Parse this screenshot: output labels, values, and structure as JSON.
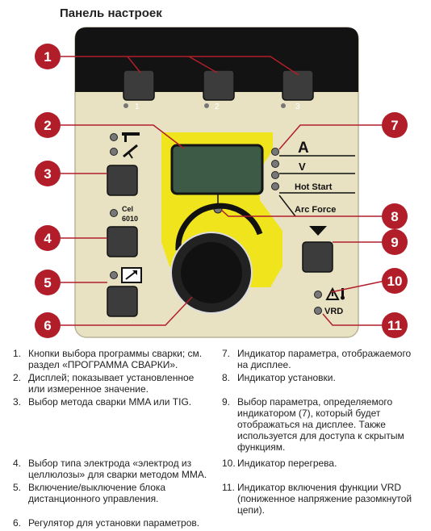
{
  "title": "Панель настроек",
  "buttons": {
    "b1": "1",
    "b2": "2",
    "b3": "3"
  },
  "electrode_label": {
    "line1": "Cel",
    "line2": "6010"
  },
  "indicators": {
    "a": "A",
    "v": "V",
    "hot_start": "Hot Start",
    "arc_force": "Arc Force",
    "vrd": "VRD"
  },
  "callouts": [
    "1",
    "2",
    "3",
    "4",
    "5",
    "6",
    "7",
    "8",
    "9",
    "10",
    "11"
  ],
  "legend": [
    {
      "num": "1.",
      "text": [
        "Кнопки выбора программы сварки; см.",
        "раздел «ПРОГРАММА СВАРКИ»."
      ]
    },
    {
      "num": "2.",
      "text": [
        "Дисплей; показывает установленное",
        "или измеренное значение."
      ]
    },
    {
      "num": "3.",
      "text": [
        "Выбор метода сварки MMA или TIG."
      ]
    },
    {
      "num": "4.",
      "text": [
        "Выбор типа электрода «электрод из",
        "целлюлозы» для сварки методом MMA."
      ]
    },
    {
      "num": "5.",
      "text": [
        "Включение/выключение блока",
        "дистанционного управления."
      ]
    },
    {
      "num": "6.",
      "text": [
        "Регулятор для установки параметров."
      ]
    },
    {
      "num": "7.",
      "text": [
        "Индикатор параметра, отображаемого",
        "на дисплее."
      ]
    },
    {
      "num": "8.",
      "text": [
        "Индикатор установки."
      ]
    },
    {
      "num": "9.",
      "text": [
        "Выбор параметра, определяемого",
        "индикатором (7), который будет",
        "отображаться на дисплее. Также",
        "используется для доступа к скрытым",
        "функциям."
      ]
    },
    {
      "num": "10.",
      "text": [
        "Индикатор перегрева."
      ]
    },
    {
      "num": "11.",
      "text": [
        "Индикатор включения функции VRD",
        "(пониженное напряжение разомкнутой",
        "цепи)."
      ]
    }
  ]
}
